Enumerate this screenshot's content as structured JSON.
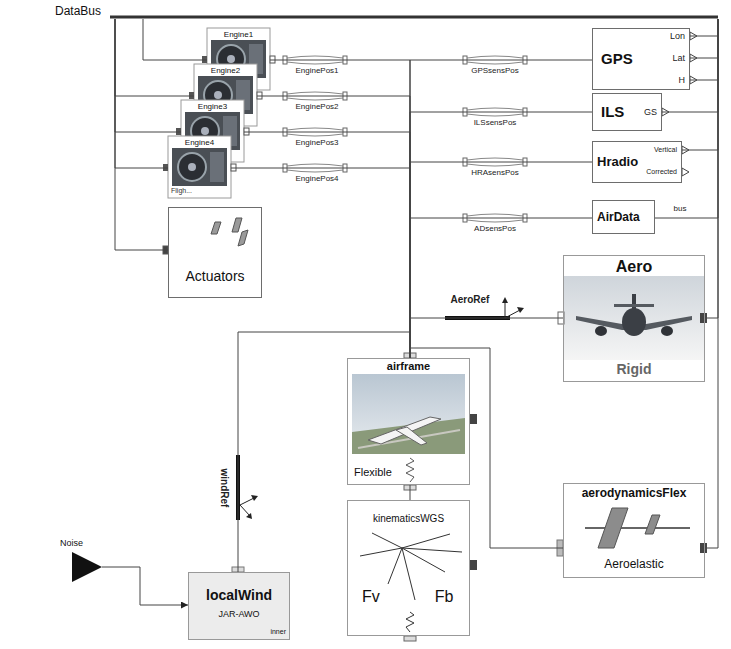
{
  "diagram": {
    "nodes": [
      {
        "text": [
          "DataBus"
        ]
      },
      {
        "text": [
          "Engine1"
        ]
      },
      {
        "text": [
          "Engine2"
        ]
      },
      {
        "text": [
          "Engine3"
        ]
      },
      {
        "text": [
          "Engine4",
          "Fligh..."
        ]
      },
      {
        "text": [
          "GPS"
        ]
      },
      {
        "text": [
          "ILS"
        ]
      },
      {
        "text": [
          "Hradio"
        ]
      },
      {
        "text": [
          "AirData"
        ]
      },
      {
        "text": [
          "Actuators"
        ]
      },
      {
        "text": [
          "Aero",
          "Rigid"
        ]
      },
      {
        "text": [
          "airframe",
          "Flexible"
        ]
      },
      {
        "text": [
          "aerodynamicsFlex",
          "Aeroelastic"
        ]
      },
      {
        "text": [
          "Noise"
        ]
      },
      {
        "text": [
          "localWind",
          "JAR-AWO",
          "inner"
        ]
      },
      {
        "text": [
          "kinematicsWGS",
          "Fv",
          "Fb"
        ]
      }
    ],
    "edges": [
      {
        "from": 0,
        "to": 1,
        "arrow": "none"
      },
      {
        "from": 0,
        "to": 2,
        "arrow": "none"
      },
      {
        "from": 0,
        "to": 3,
        "arrow": "none"
      },
      {
        "from": 0,
        "to": 4,
        "arrow": "none"
      },
      {
        "from": 0,
        "to": 9,
        "arrow": "none"
      },
      {
        "from": 0,
        "to": 5,
        "arrow": "none"
      },
      {
        "from": 0,
        "to": 5,
        "arrow": "none"
      },
      {
        "from": 0,
        "to": 5,
        "arrow": "none"
      },
      {
        "from": 0,
        "to": 6,
        "arrow": "none"
      },
      {
        "from": 0,
        "to": 7,
        "arrow": "none"
      },
      {
        "from": 0,
        "to": 8,
        "label": "bus",
        "arrow": "none"
      },
      {
        "from": 0,
        "to": 10,
        "arrow": "none"
      },
      {
        "from": 0,
        "to": 12,
        "arrow": "none"
      },
      {
        "from": 1,
        "to": 11,
        "label": "EnginePos1",
        "arrow": "none"
      },
      {
        "from": 2,
        "to": 11,
        "label": "EnginePos2",
        "arrow": "none"
      },
      {
        "from": 3,
        "to": 11,
        "label": "EnginePos3",
        "arrow": "none"
      },
      {
        "from": 4,
        "to": 11,
        "label": "EnginePos4",
        "arrow": "none"
      },
      {
        "from": 5,
        "to": 11,
        "label": "GPSsensPos",
        "arrow": "none"
      },
      {
        "from": 6,
        "to": 11,
        "label": "ILSsensPos",
        "arrow": "none"
      },
      {
        "from": 7,
        "to": 11,
        "label": "HRAsensPos",
        "arrow": "none"
      },
      {
        "from": 8,
        "to": 11,
        "label": "ADsensPos",
        "arrow": "none"
      },
      {
        "from": 11,
        "to": 10,
        "label": "AeroRef",
        "arrow": "none"
      },
      {
        "from": 11,
        "to": 12,
        "arrow": "none"
      },
      {
        "from": 14,
        "to": 11,
        "label": "windRef",
        "arrow": "none"
      },
      {
        "from": 11,
        "to": 15,
        "arrow": "none"
      },
      {
        "from": 13,
        "to": 14,
        "arrow": "to"
      }
    ],
    "labels": [
      "Lon",
      "Lat",
      "H",
      "GS",
      "Vertical",
      "Corrected"
    ]
  }
}
